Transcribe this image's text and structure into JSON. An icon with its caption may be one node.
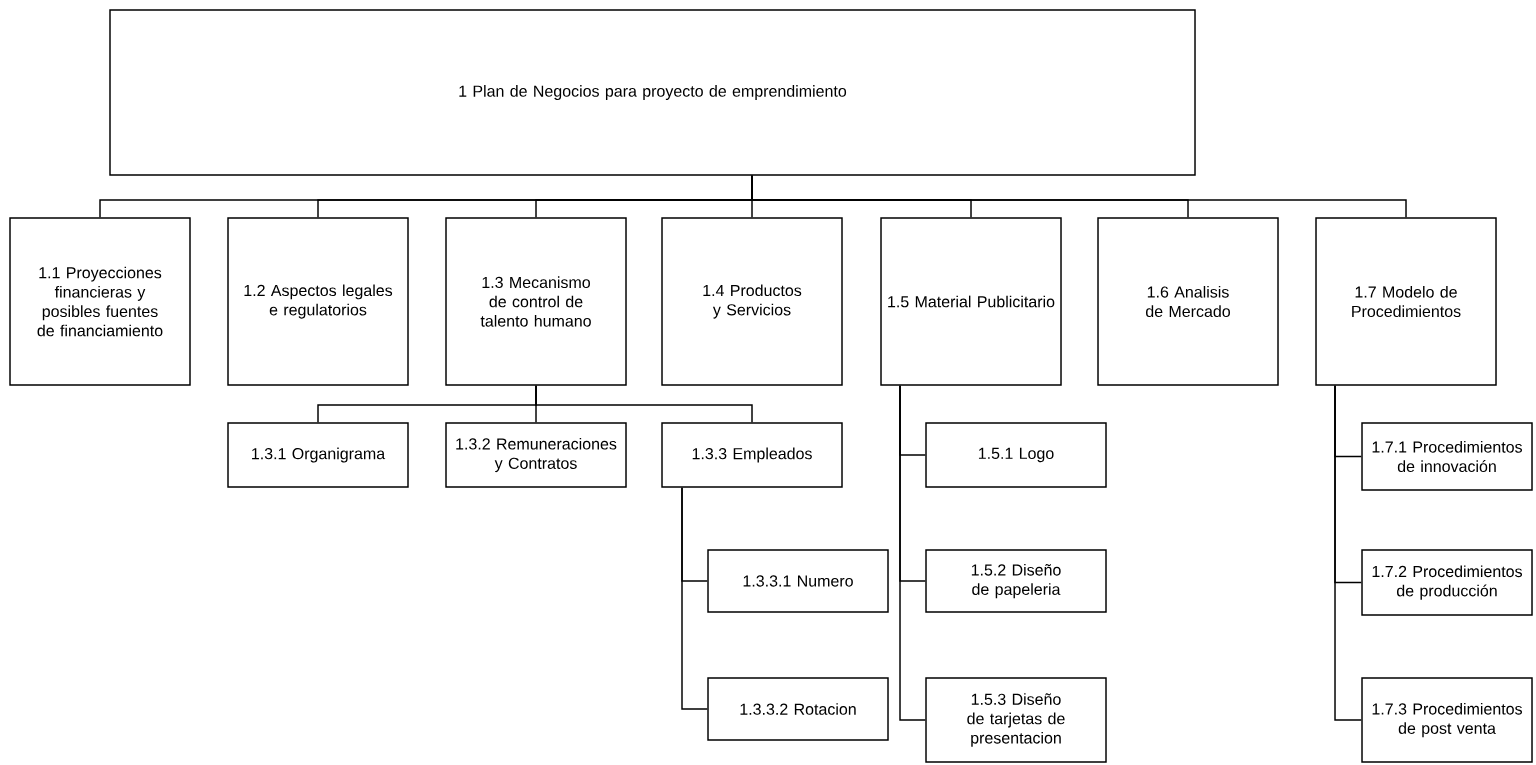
{
  "diagram": {
    "nodes": [
      {
        "text": [
          "1 Plan de Negocios para proyecto de emprendimiento"
        ]
      },
      {
        "text": [
          "1.1 Proyecciones financieras y posibles fuentes de financiamiento"
        ]
      },
      {
        "text": [
          "1.2 Aspectos legales e regulatorios"
        ]
      },
      {
        "text": [
          "1.3 Mecanismo de control de talento humano"
        ]
      },
      {
        "text": [
          "1.4 Productos y Servicios"
        ]
      },
      {
        "text": [
          "1.5 Material Publicitario"
        ]
      },
      {
        "text": [
          "1.6 Analisis de Mercado"
        ]
      },
      {
        "text": [
          "1.7 Modelo de Procedimientos"
        ]
      },
      {
        "text": [
          "1.3.1 Organigrama"
        ]
      },
      {
        "text": [
          "1.3.2 Remuneraciones y Contratos"
        ]
      },
      {
        "text": [
          "1.3.3 Empleados"
        ]
      },
      {
        "text": [
          "1.3.3.1 Numero"
        ]
      },
      {
        "text": [
          "1.3.3.2 Rotacion"
        ]
      },
      {
        "text": [
          "1.5.1 Logo"
        ]
      },
      {
        "text": [
          "1.5.2 Diseño de papeleria"
        ]
      },
      {
        "text": [
          "1.5.3 Diseño de tarjetas de presentacion"
        ]
      },
      {
        "text": [
          "1.7.1 Procedimientos de innovación"
        ]
      },
      {
        "text": [
          "1.7.2 Procedimientos de producción"
        ]
      },
      {
        "text": [
          "1.7.3 Procedimientos de post venta"
        ]
      }
    ],
    "edges": [
      {
        "from": 0,
        "to": 1,
        "arrow": "none"
      },
      {
        "from": 0,
        "to": 2,
        "arrow": "none"
      },
      {
        "from": 0,
        "to": 3,
        "arrow": "none"
      },
      {
        "from": 0,
        "to": 4,
        "arrow": "none"
      },
      {
        "from": 0,
        "to": 5,
        "arrow": "none"
      },
      {
        "from": 0,
        "to": 6,
        "arrow": "none"
      },
      {
        "from": 0,
        "to": 7,
        "arrow": "none"
      },
      {
        "from": 3,
        "to": 8,
        "arrow": "none"
      },
      {
        "from": 3,
        "to": 9,
        "arrow": "none"
      },
      {
        "from": 3,
        "to": 10,
        "arrow": "none"
      },
      {
        "from": 10,
        "to": 11,
        "arrow": "none"
      },
      {
        "from": 10,
        "to": 12,
        "arrow": "none"
      },
      {
        "from": 5,
        "to": 13,
        "arrow": "none"
      },
      {
        "from": 5,
        "to": 14,
        "arrow": "none"
      },
      {
        "from": 5,
        "to": 15,
        "arrow": "none"
      },
      {
        "from": 7,
        "to": 16,
        "arrow": "none"
      },
      {
        "from": 7,
        "to": 17,
        "arrow": "none"
      },
      {
        "from": 7,
        "to": 18,
        "arrow": "none"
      }
    ]
  }
}
